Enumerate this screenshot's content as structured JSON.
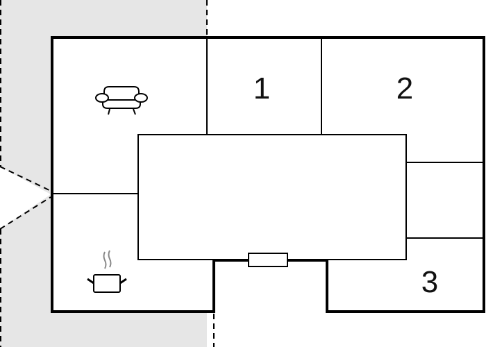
{
  "floor_plan": {
    "rooms": [
      {
        "id": "room-1",
        "label": "1"
      },
      {
        "id": "room-2",
        "label": "2"
      },
      {
        "id": "room-3",
        "label": "3"
      }
    ],
    "icons": [
      "sofa-icon",
      "cooking-pot-icon"
    ],
    "colors": {
      "outside_shade": "#e6e6e6",
      "walls": "#000000",
      "background": "#ffffff"
    }
  }
}
